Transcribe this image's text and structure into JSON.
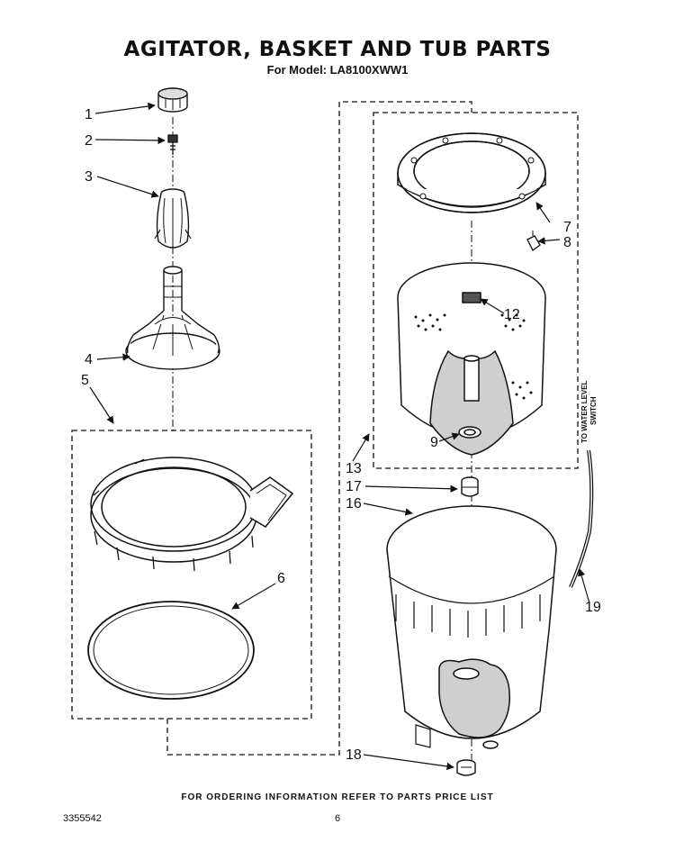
{
  "header": {
    "title": "AGITATOR, BASKET AND TUB PARTS",
    "model": "For Model: LA8100XWW1"
  },
  "callouts": [
    "1",
    "2",
    "3",
    "4",
    "5",
    "6",
    "7",
    "8",
    "9",
    "12",
    "13",
    "16",
    "17",
    "18",
    "19"
  ],
  "side_note": {
    "line1": "TO WATER LEVEL",
    "line2": "SWITCH"
  },
  "footer": {
    "instruction": "FOR ORDERING INFORMATION REFER TO PARTS PRICE LIST",
    "doc_number": "3355542",
    "page": "6"
  }
}
